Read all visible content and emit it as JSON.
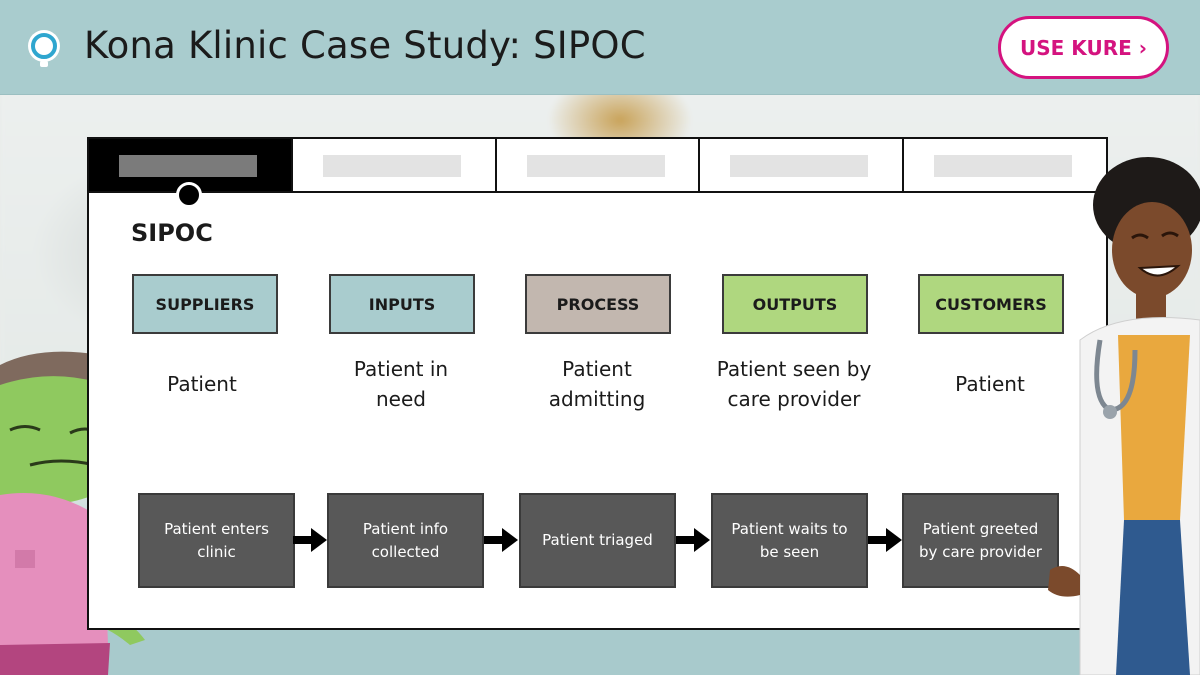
{
  "header": {
    "title": "Kona Klinic Case Study: SIPOC",
    "logo_icon": "kure-logo-icon",
    "cta_label": "USE KURE ›"
  },
  "tabs": [
    {
      "active": true
    },
    {
      "active": false
    },
    {
      "active": false
    },
    {
      "active": false
    },
    {
      "active": false
    }
  ],
  "section_title": "SIPOC",
  "columns": [
    {
      "label": "SUPPLIERS",
      "text": "Patient",
      "color": "#a9ccce"
    },
    {
      "label": "INPUTS",
      "text": "Patient in need",
      "color": "#a9ccce"
    },
    {
      "label": "PROCESS",
      "text": "Patient admitting",
      "color": "#c2b7af"
    },
    {
      "label": "OUTPUTS",
      "text": "Patient seen by care provider",
      "color": "#afd77f"
    },
    {
      "label": "CUSTOMERS",
      "text": "Patient",
      "color": "#afd77f"
    }
  ],
  "process_steps": [
    "Patient enters clinic",
    "Patient info collected",
    "Patient triaged",
    "Patient waits to be seen",
    "Patient greeted by care provider"
  ],
  "colors": {
    "header_bg": "#a9ccce",
    "accent": "#d4137f",
    "step_bg": "#585858"
  }
}
